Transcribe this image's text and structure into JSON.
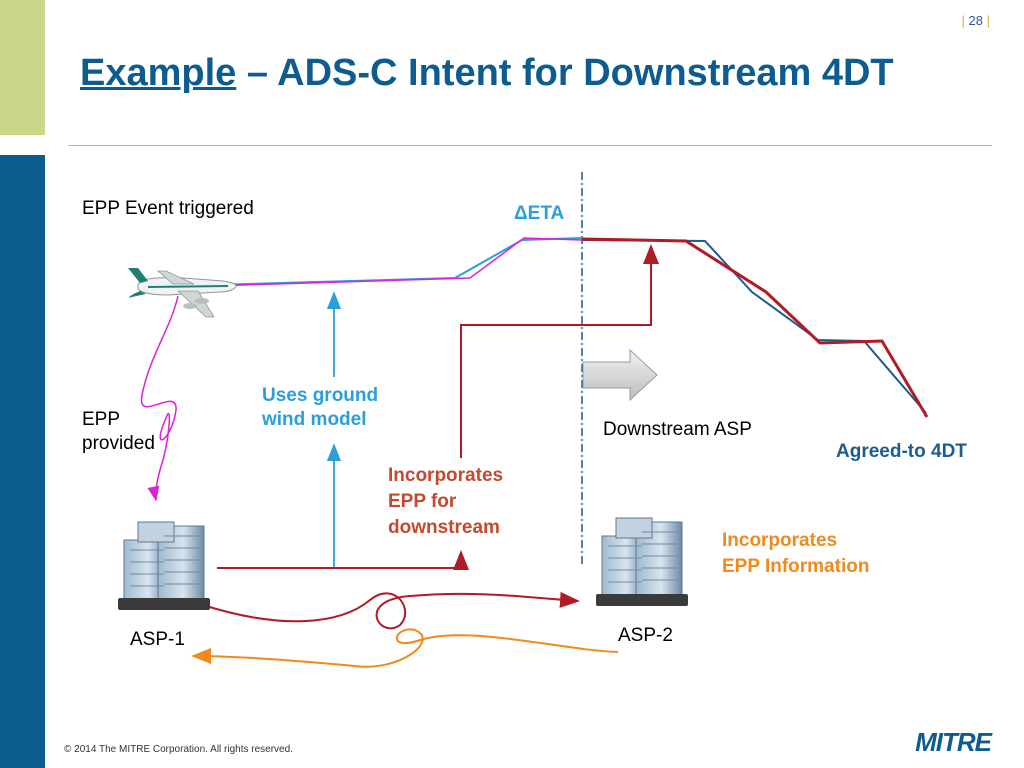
{
  "slide": {
    "page_number": "28",
    "pipe_left": "|",
    "pipe_right": "|",
    "title_underlined": "Example",
    "title_rest": " – ADS-C Intent for Downstream 4DT"
  },
  "labels": {
    "epp_event": "EPP Event triggered",
    "delta_eta": "ΔETA",
    "epp_provided_line1": "EPP",
    "epp_provided_line2": "provided",
    "uses_ground_line1": "Uses ground",
    "uses_ground_line2": "wind model",
    "incorporates_line1": "Incorporates",
    "incorporates_line2": "EPP for",
    "incorporates_line3": "downstream",
    "downstream_asp": "Downstream ASP",
    "agreed_4dt": "Agreed-to 4DT",
    "incorporates_info_line1": "Incorporates",
    "incorporates_info_line2": "EPP Information",
    "asp1": "ASP-1",
    "asp2": "ASP-2"
  },
  "footer": {
    "copyright": "© 2014 The MITRE Corporation. All rights reserved.",
    "logo": "MITRE"
  },
  "colors": {
    "brand_blue": "#0d5c8f",
    "accent_green": "#c9d88a",
    "light_blue": "#2a9fd8",
    "dark_red": "#b01c24",
    "orange": "#f08a1c",
    "magenta": "#e020d8"
  },
  "icons": [
    "airplane-icon",
    "building-icon"
  ]
}
